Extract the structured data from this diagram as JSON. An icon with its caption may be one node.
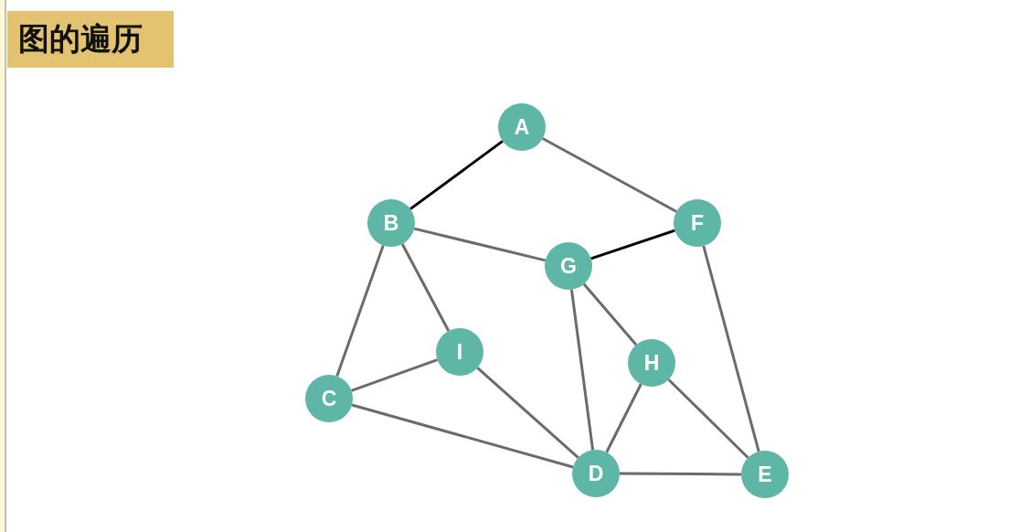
{
  "diagram": {
    "title": "图的遍历",
    "nodes": [
      {
        "text": [
          "A"
        ]
      },
      {
        "text": [
          "B"
        ]
      },
      {
        "text": [
          "F"
        ]
      },
      {
        "text": [
          "G"
        ]
      },
      {
        "text": [
          "I"
        ]
      },
      {
        "text": [
          "H"
        ]
      },
      {
        "text": [
          "C"
        ]
      },
      {
        "text": [
          "D"
        ]
      },
      {
        "text": [
          "E"
        ]
      }
    ],
    "edges": [
      {
        "from": 0,
        "to": 1,
        "arrow": "none",
        "color": "#000000"
      },
      {
        "from": 0,
        "to": 2,
        "arrow": "none"
      },
      {
        "from": 1,
        "to": 3,
        "arrow": "none"
      },
      {
        "from": 3,
        "to": 2,
        "arrow": "none",
        "color": "#000000"
      },
      {
        "from": 1,
        "to": 6,
        "arrow": "none"
      },
      {
        "from": 1,
        "to": 4,
        "arrow": "none"
      },
      {
        "from": 3,
        "to": 7,
        "arrow": "none"
      },
      {
        "from": 3,
        "to": 5,
        "arrow": "none"
      },
      {
        "from": 2,
        "to": 8,
        "arrow": "none"
      },
      {
        "from": 6,
        "to": 4,
        "arrow": "none"
      },
      {
        "from": 4,
        "to": 7,
        "arrow": "none"
      },
      {
        "from": 5,
        "to": 7,
        "arrow": "none"
      },
      {
        "from": 5,
        "to": 8,
        "arrow": "none"
      },
      {
        "from": 6,
        "to": 7,
        "arrow": "none"
      },
      {
        "from": 7,
        "to": 8,
        "arrow": "none"
      }
    ]
  }
}
